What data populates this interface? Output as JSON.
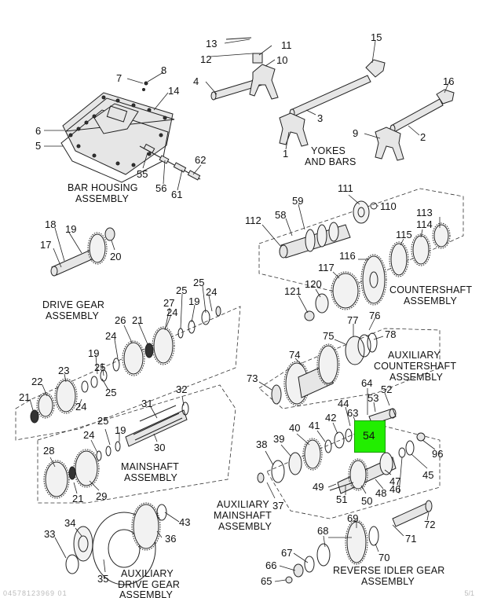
{
  "captions": {
    "yokes_1": "YOKES",
    "yokes_2": "AND BARS",
    "bar_housing_1": "BAR HOUSING",
    "bar_housing_2": "ASSEMBLY",
    "countershaft_1": "COUNTERSHAFT",
    "countershaft_2": "ASSEMBLY",
    "drive_gear_1": "DRIVE GEAR",
    "drive_gear_2": "ASSEMBLY",
    "aux_counter_1": "AUXILIARY",
    "aux_counter_2": "COUNTERSHAFT",
    "aux_counter_3": "ASSEMBLY",
    "mainshaft_1": "MAINSHAFT",
    "mainshaft_2": "ASSEMBLY",
    "aux_mainshaft_1": "AUXILIARY",
    "aux_mainshaft_2": "MAINSHAFT",
    "aux_mainshaft_3": "ASSEMBLY",
    "reverse_idler_1": "REVERSE IDLER GEAR",
    "reverse_idler_2": "ASSEMBLY",
    "aux_drive_1": "AUXILIARY",
    "aux_drive_2": "DRIVE GEAR",
    "aux_drive_3": "ASSEMBLY"
  },
  "highlight": {
    "label": "54",
    "color": "#22ee00"
  },
  "footer": {
    "left": "04578123969 01",
    "right": "5/1"
  },
  "callouts": {
    "c13": "13",
    "c11": "11",
    "c12": "12",
    "c10": "10",
    "c15": "15",
    "c8": "8",
    "c7": "7",
    "c4": "4",
    "c14": "14",
    "c16": "16",
    "c3": "3",
    "c6": "6",
    "c5": "5",
    "c9": "9",
    "c2": "2",
    "c1": "1",
    "c55": "55",
    "c62": "62",
    "c56": "56",
    "c61": "61",
    "c111": "111",
    "c59": "59",
    "c110": "110",
    "c112": "112",
    "c58": "58",
    "c113": "113",
    "c18": "18",
    "c19a": "19",
    "c114": "114",
    "c115": "115",
    "c17": "17",
    "c20": "20",
    "c116": "116",
    "c117": "117",
    "c121": "121",
    "c120": "120",
    "c25a": "25",
    "c27": "27",
    "c25b": "25",
    "c19b": "19",
    "c24a": "24",
    "c26": "26",
    "c21a": "21",
    "c24b": "24",
    "c77": "77",
    "c76": "76",
    "c78": "78",
    "c75": "75",
    "c24c": "24",
    "c74": "74",
    "c19c": "19",
    "c25c": "25",
    "c22": "22",
    "c23": "23",
    "c25d": "25",
    "c73": "73",
    "c64": "64",
    "c52": "52",
    "c44": "44",
    "c53": "53",
    "c21b": "21",
    "c24d": "24",
    "c63": "63",
    "c32": "32",
    "c31": "31",
    "c42": "42",
    "c40": "40",
    "c41": "41",
    "c25e": "25",
    "c39": "39",
    "c24e": "24",
    "c19d": "19",
    "c30": "30",
    "c38": "38",
    "c28": "28",
    "c46": "46",
    "c96": "96",
    "c45": "45",
    "c29": "29",
    "c21c": "21",
    "c47": "47",
    "c49": "49",
    "c48": "48",
    "c51": "51",
    "c50": "50",
    "c37": "37",
    "c69": "69",
    "c72": "72",
    "c33": "33",
    "c34": "34",
    "c43": "43",
    "c36": "36",
    "c71": "71",
    "c68": "68",
    "c70": "70",
    "c67": "67",
    "c66": "66",
    "c65": "65",
    "c35": "35"
  }
}
